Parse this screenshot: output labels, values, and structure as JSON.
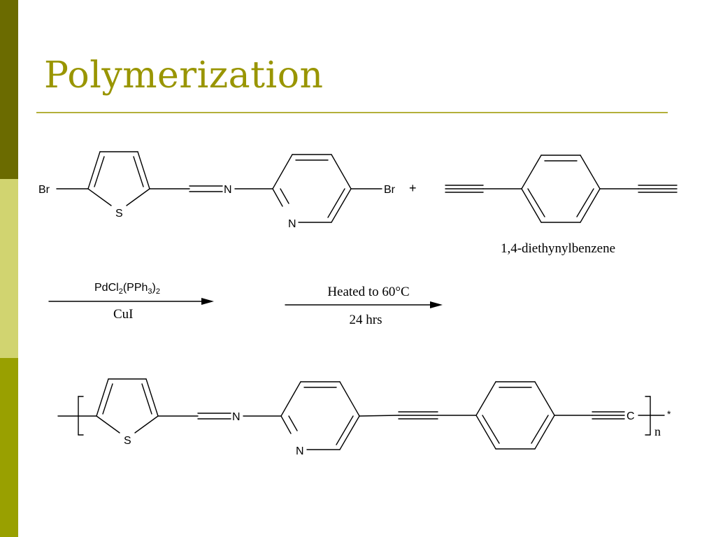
{
  "slide": {
    "title": "Polymerization"
  },
  "monomer": {
    "left_halogen": "Br",
    "right_halogen": "Br",
    "sulfur": "S",
    "imine_nitrogen": "N",
    "pyridine_nitrogen": "N",
    "plus_sign": "+"
  },
  "comonomer": {
    "name": "1,4-diethynylbenzene"
  },
  "conditions": {
    "catalyst": {
      "main": "PdCl",
      "sub1": "2",
      "mid": "(PPh",
      "sub2": "3",
      "close": ")",
      "sub3": "2"
    },
    "cocatalyst": "CuI",
    "temperature": "Heated to 60°C",
    "time": "24 hrs"
  },
  "polymer": {
    "sulfur": "S",
    "imine_nitrogen": "N",
    "pyridine_nitrogen": "N",
    "end_carbon": "C",
    "repeat_subscript": "n",
    "end_star": "*"
  }
}
